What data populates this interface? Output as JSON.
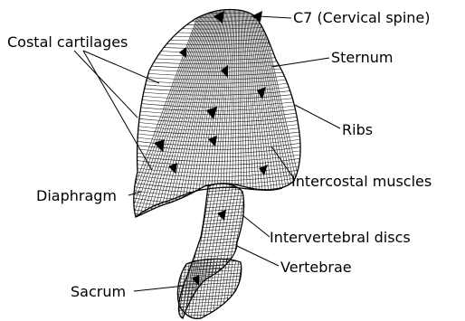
{
  "labels": {
    "c7": "C7 (Cervical spine)",
    "costal_cartilages": "Costal cartilages",
    "sternum": "Sternum",
    "ribs": "Ribs",
    "intercostal_muscles": "Intercostal muscles",
    "diaphragm": "Diaphragm",
    "intervertebral_discs": "Intervertebral discs",
    "vertebrae": "Vertebrae",
    "sacrum": "Sacrum"
  },
  "colors": {
    "mesh": "#1a1a1a",
    "background": "#ffffff",
    "text": "#000000"
  }
}
